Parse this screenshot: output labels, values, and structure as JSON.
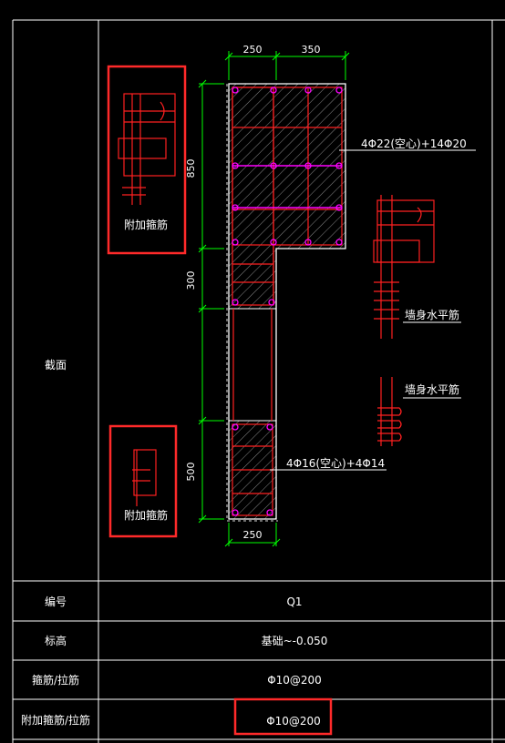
{
  "table": {
    "section_label": "截面",
    "rows": [
      {
        "label": "编号",
        "value": "Q1"
      },
      {
        "label": "标高",
        "value": "基础~-0.050"
      },
      {
        "label": "箍筋/拉筋",
        "value": "Φ10@200"
      },
      {
        "label": "附加箍筋/拉筋",
        "value": "Φ10@200"
      }
    ]
  },
  "drawing": {
    "dim_top_left": "250",
    "dim_top_right": "350",
    "dim_bottom": "250",
    "dim_850": "850",
    "dim_300": "300",
    "dim_500": "500",
    "rebar_top_note": "4Φ22(空心)+14Φ20",
    "rebar_bottom_note": "4Φ16(空心)+4Φ14",
    "wall_horizontal_1": "墙身水平筋",
    "wall_horizontal_2": "墙身水平筋",
    "extra_stirrup_top": "附加箍筋",
    "extra_stirrup_bottom": "附加箍筋"
  },
  "colors": {
    "line": "#ffffff",
    "rebar": "#ff2020",
    "stirrup_pink": "#ff00ff",
    "dim_green": "#00ff00",
    "highlight": "#ff2a2a"
  }
}
